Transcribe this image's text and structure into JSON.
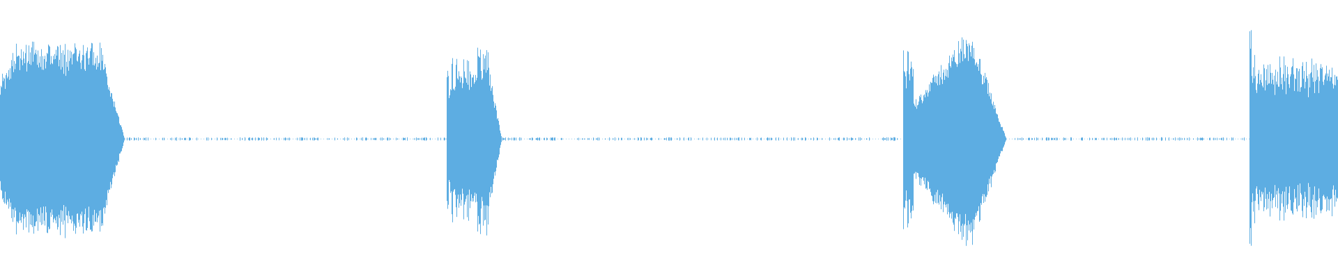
{
  "waveform": {
    "color": "#5dade2",
    "background": "#ffffff",
    "bursts": [
      {
        "start": 0.0,
        "end": 0.093,
        "peak": 0.7
      },
      {
        "start": 0.334,
        "end": 0.375,
        "peak": 0.8
      },
      {
        "start": 0.675,
        "end": 0.752,
        "peak": 0.73
      },
      {
        "start": 0.934,
        "end": 1.0,
        "peak": 0.78
      }
    ]
  }
}
